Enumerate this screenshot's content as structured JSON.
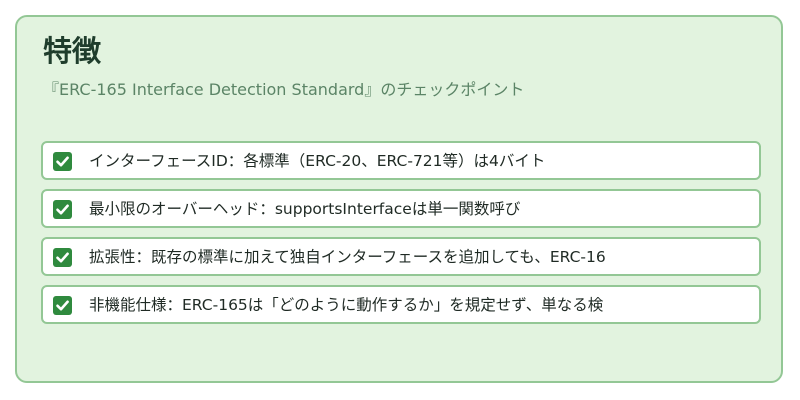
{
  "card": {
    "title": "特徴",
    "subtitle": "『ERC-165 Interface Detection Standard』のチェックポイント"
  },
  "checklist": [
    {
      "text": "インターフェースID：各標準（ERC-20、ERC-721等）は4バイト",
      "icon": "checkbox-checked-icon"
    },
    {
      "text": "最小限のオーバーヘッド：supportsInterfaceは単一関数呼び",
      "icon": "checkbox-checked-icon"
    },
    {
      "text": "拡張性：既存の標準に加えて独自インターフェースを追加しても、ERC-16",
      "icon": "checkbox-checked-icon"
    },
    {
      "text": "非機能仕様：ERC-165は「どのように動作するか」を規定せず、単なる検",
      "icon": "checkbox-checked-icon"
    }
  ],
  "colors": {
    "card_background": "#e2f3df",
    "card_border": "#93c795",
    "check_green": "#2f8a3e",
    "title_color": "#1f3d2c",
    "subtitle_color": "#5b8466"
  }
}
